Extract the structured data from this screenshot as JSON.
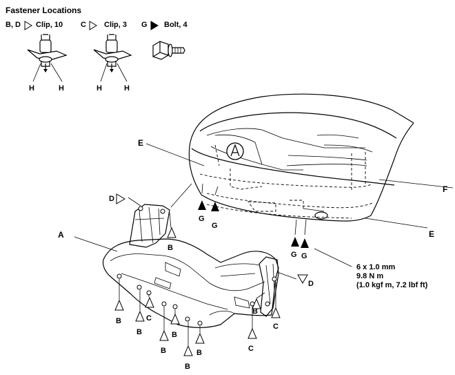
{
  "legend": {
    "title": "Fastener Locations",
    "items": [
      {
        "code": "B, D",
        "symbol": "open",
        "name": "Clip, 10"
      },
      {
        "code": "C",
        "symbol": "open",
        "name": "Clip, 3"
      },
      {
        "code": "G",
        "symbol": "filled",
        "name": "Bolt, 4"
      }
    ],
    "detail_label": "H"
  },
  "parts": {
    "a": "A",
    "e": "E",
    "f": "F",
    "b": "B",
    "c": "C",
    "d": "D",
    "g": "G"
  },
  "spec": {
    "size": "6 x 1.0 mm",
    "torque_nm": "9.8 N m",
    "torque_alt": "(1.0 kgf m, 7.2 lbf ft)"
  }
}
